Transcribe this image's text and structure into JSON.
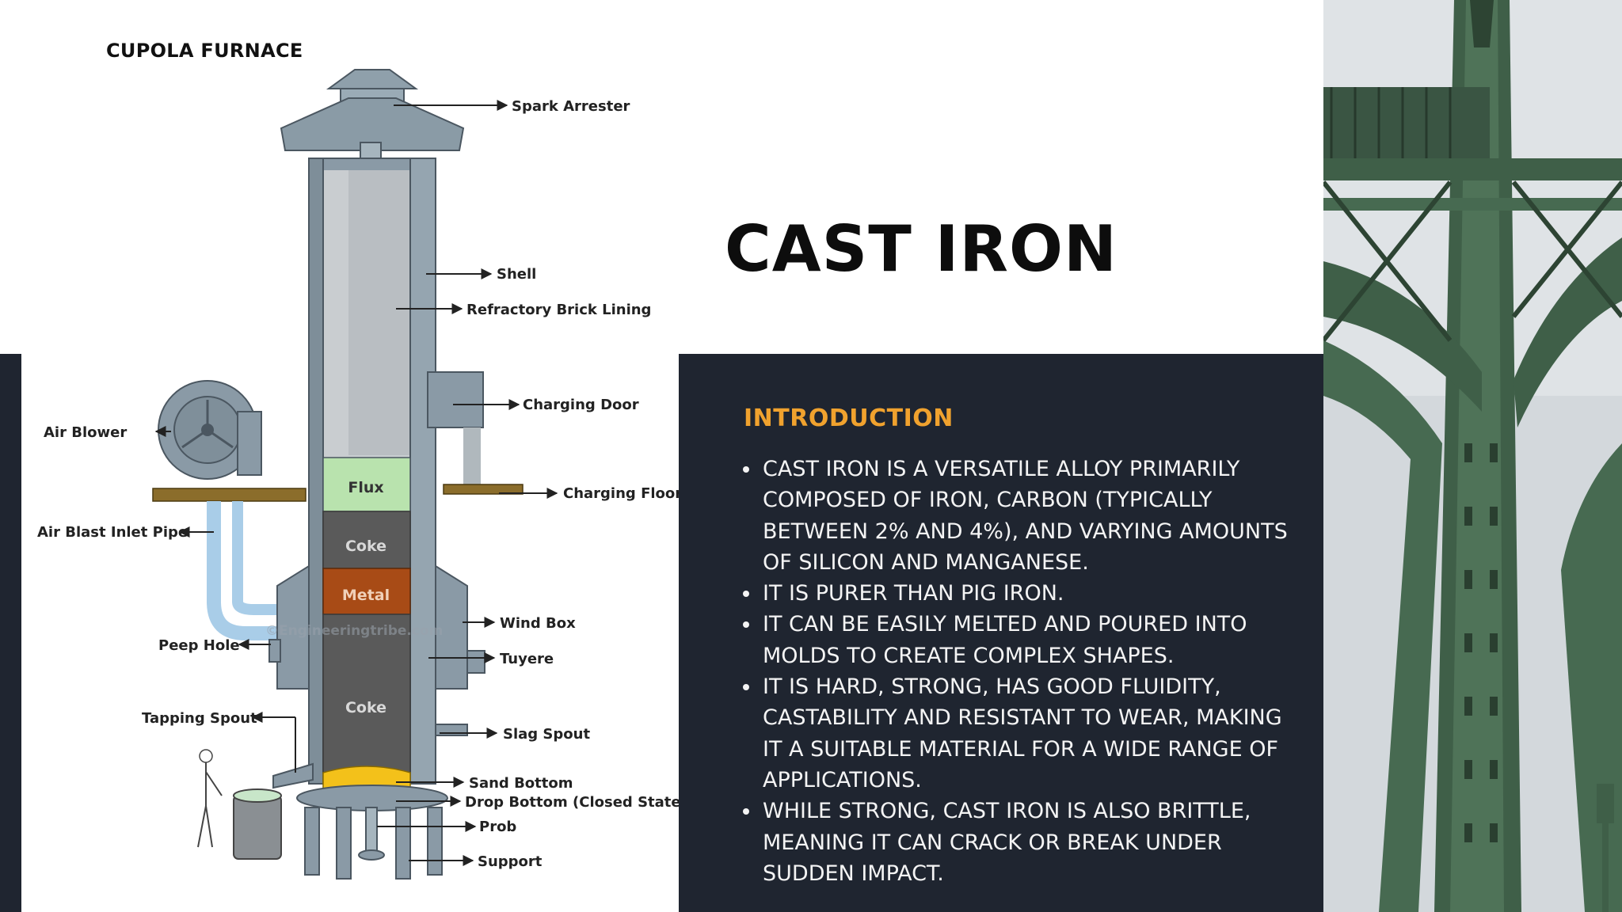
{
  "diagram": {
    "title": "CUPOLA FURNACE",
    "labels": {
      "spark_arrester": "Spark Arrester",
      "shell": "Shell",
      "refractory": "Refractory Brick Lining",
      "charging_door": "Charging Door",
      "charging_floor": "Charging Floor",
      "air_blower": "Air Blower",
      "air_blast_inlet": "Air Blast Inlet Pipe",
      "wind_box": "Wind Box",
      "tuyere": "Tuyere",
      "peep_hole": "Peep Hole",
      "tapping_spout": "Tapping Spout",
      "slag_spout": "Slag Spout",
      "sand_bottom": "Sand Bottom",
      "drop_bottom": "Drop Bottom (Closed State)",
      "prob": "Prob",
      "support": "Support"
    },
    "layers": {
      "flux": "Flux",
      "coke_top": "Coke",
      "metal": "Metal",
      "coke_bottom": "Coke"
    },
    "watermark": "©Engineeringtribe.com"
  },
  "main_title": "CAST IRON",
  "intro": {
    "heading": "INTRODUCTION",
    "bullets": [
      "CAST IRON IS A VERSATILE ALLOY PRIMARILY COMPOSED OF IRON, CARBON (TYPICALLY BETWEEN 2% AND 4%), AND VARYING AMOUNTS OF SILICON AND MANGANESE.",
      "IT IS PURER THAN PIG IRON.",
      "IT CAN BE EASILY MELTED AND POURED INTO MOLDS TO CREATE COMPLEX SHAPES.",
      "IT IS HARD, STRONG, HAS GOOD FLUIDITY, CASTABILITY AND RESISTANT TO WEAR, MAKING IT A SUITABLE MATERIAL FOR A WIDE RANGE OF APPLICATIONS.",
      "WHILE STRONG, CAST IRON IS ALSO BRITTLE, MEANING IT CAN CRACK OR BREAK UNDER SUDDEN IMPACT."
    ]
  },
  "colors": {
    "dark_panel": "#1f2530",
    "accent_orange": "#f0a22e",
    "steel": "#8a9aa6",
    "bridge_green": "#3f5f48",
    "sky": "#d3d8dc"
  }
}
